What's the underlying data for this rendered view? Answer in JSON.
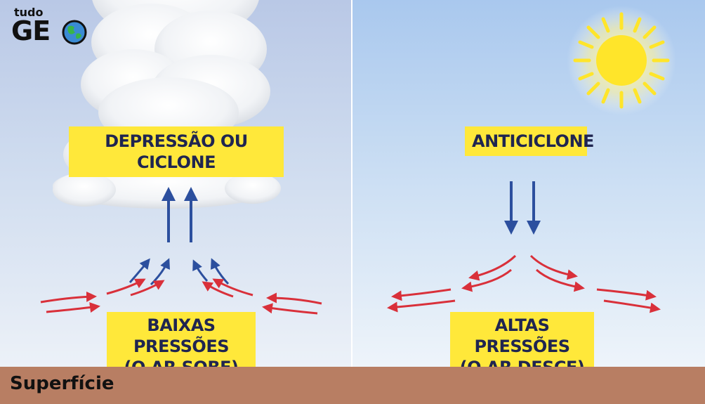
{
  "logo": {
    "small": "tudo",
    "big": "GE",
    "globe_icon": "globe-icon"
  },
  "left_panel": {
    "title": "DEPRESSÃO OU CICLONE",
    "pressure_line1": "BAIXAS PRESSÕES",
    "pressure_line2": "(O AR SOBE)"
  },
  "right_panel": {
    "title": "ANTICICLONE",
    "pressure_line1": "ALTAS PRESSÕES",
    "pressure_line2": "(O AR DESCE)"
  },
  "ground": {
    "label": "Superfície"
  },
  "colors": {
    "label_bg": "#ffe83a",
    "label_text": "#1f2550",
    "blue_arrow": "#2c4f9e",
    "red_arrow": "#d9303a",
    "ground": "#b87e63",
    "sun": "#ffe52a"
  }
}
